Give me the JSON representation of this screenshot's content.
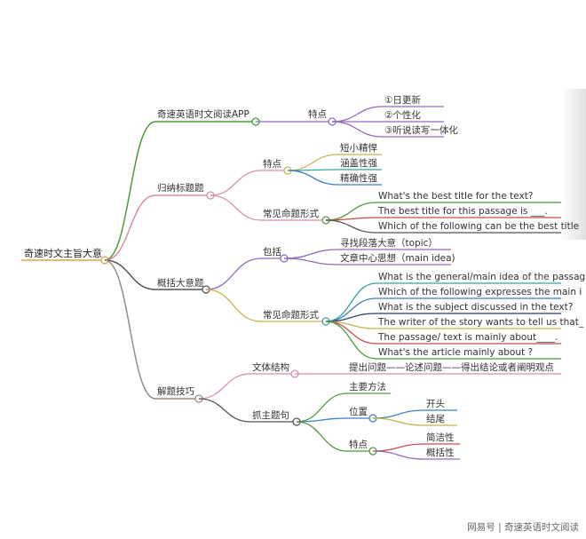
{
  "root": "奇速时文主旨大意",
  "branches": {
    "app": {
      "label": "奇速英语时文阅读APP",
      "sub": "特点",
      "items": [
        "①日更新",
        "②个性化",
        "③听说读写一体化"
      ]
    },
    "title": {
      "label": "归纳标题题",
      "features_label": "特点",
      "features": [
        "短小精悍",
        "涵盖性强",
        "精确性强"
      ],
      "forms_label": "常见命题形式",
      "forms": [
        "What's the best title for the text?",
        "The best title for this passage is ___.",
        "Which of the following can be the best title"
      ]
    },
    "main_idea": {
      "label": "概括大意题",
      "include_label": "包括",
      "include": [
        "寻找段落大意（topic）",
        "文章中心思想（main idea)"
      ],
      "forms_label": "常见命题形式",
      "forms": [
        "What is the general/main idea of the passag",
        "Which of the following expresses the main i",
        "What is the subject discussed in the text?",
        "The writer of the story wants to tell us that_",
        "The passage/ text is mainly about____.",
        "What's the article mainly about ?"
      ]
    },
    "tips": {
      "label": "解题技巧",
      "structure_label": "文体结构",
      "structure_text": "提出问题——论述问题——得出结论或者阐明观点",
      "topic_label": "抓主题句",
      "method": "主要方法",
      "position_label": "位置",
      "positions": [
        "开头",
        "结尾"
      ],
      "traits_label": "特点",
      "traits": [
        "简洁性",
        "概括性"
      ]
    }
  },
  "watermark": "网易号 | 奇速英语时文阅读"
}
